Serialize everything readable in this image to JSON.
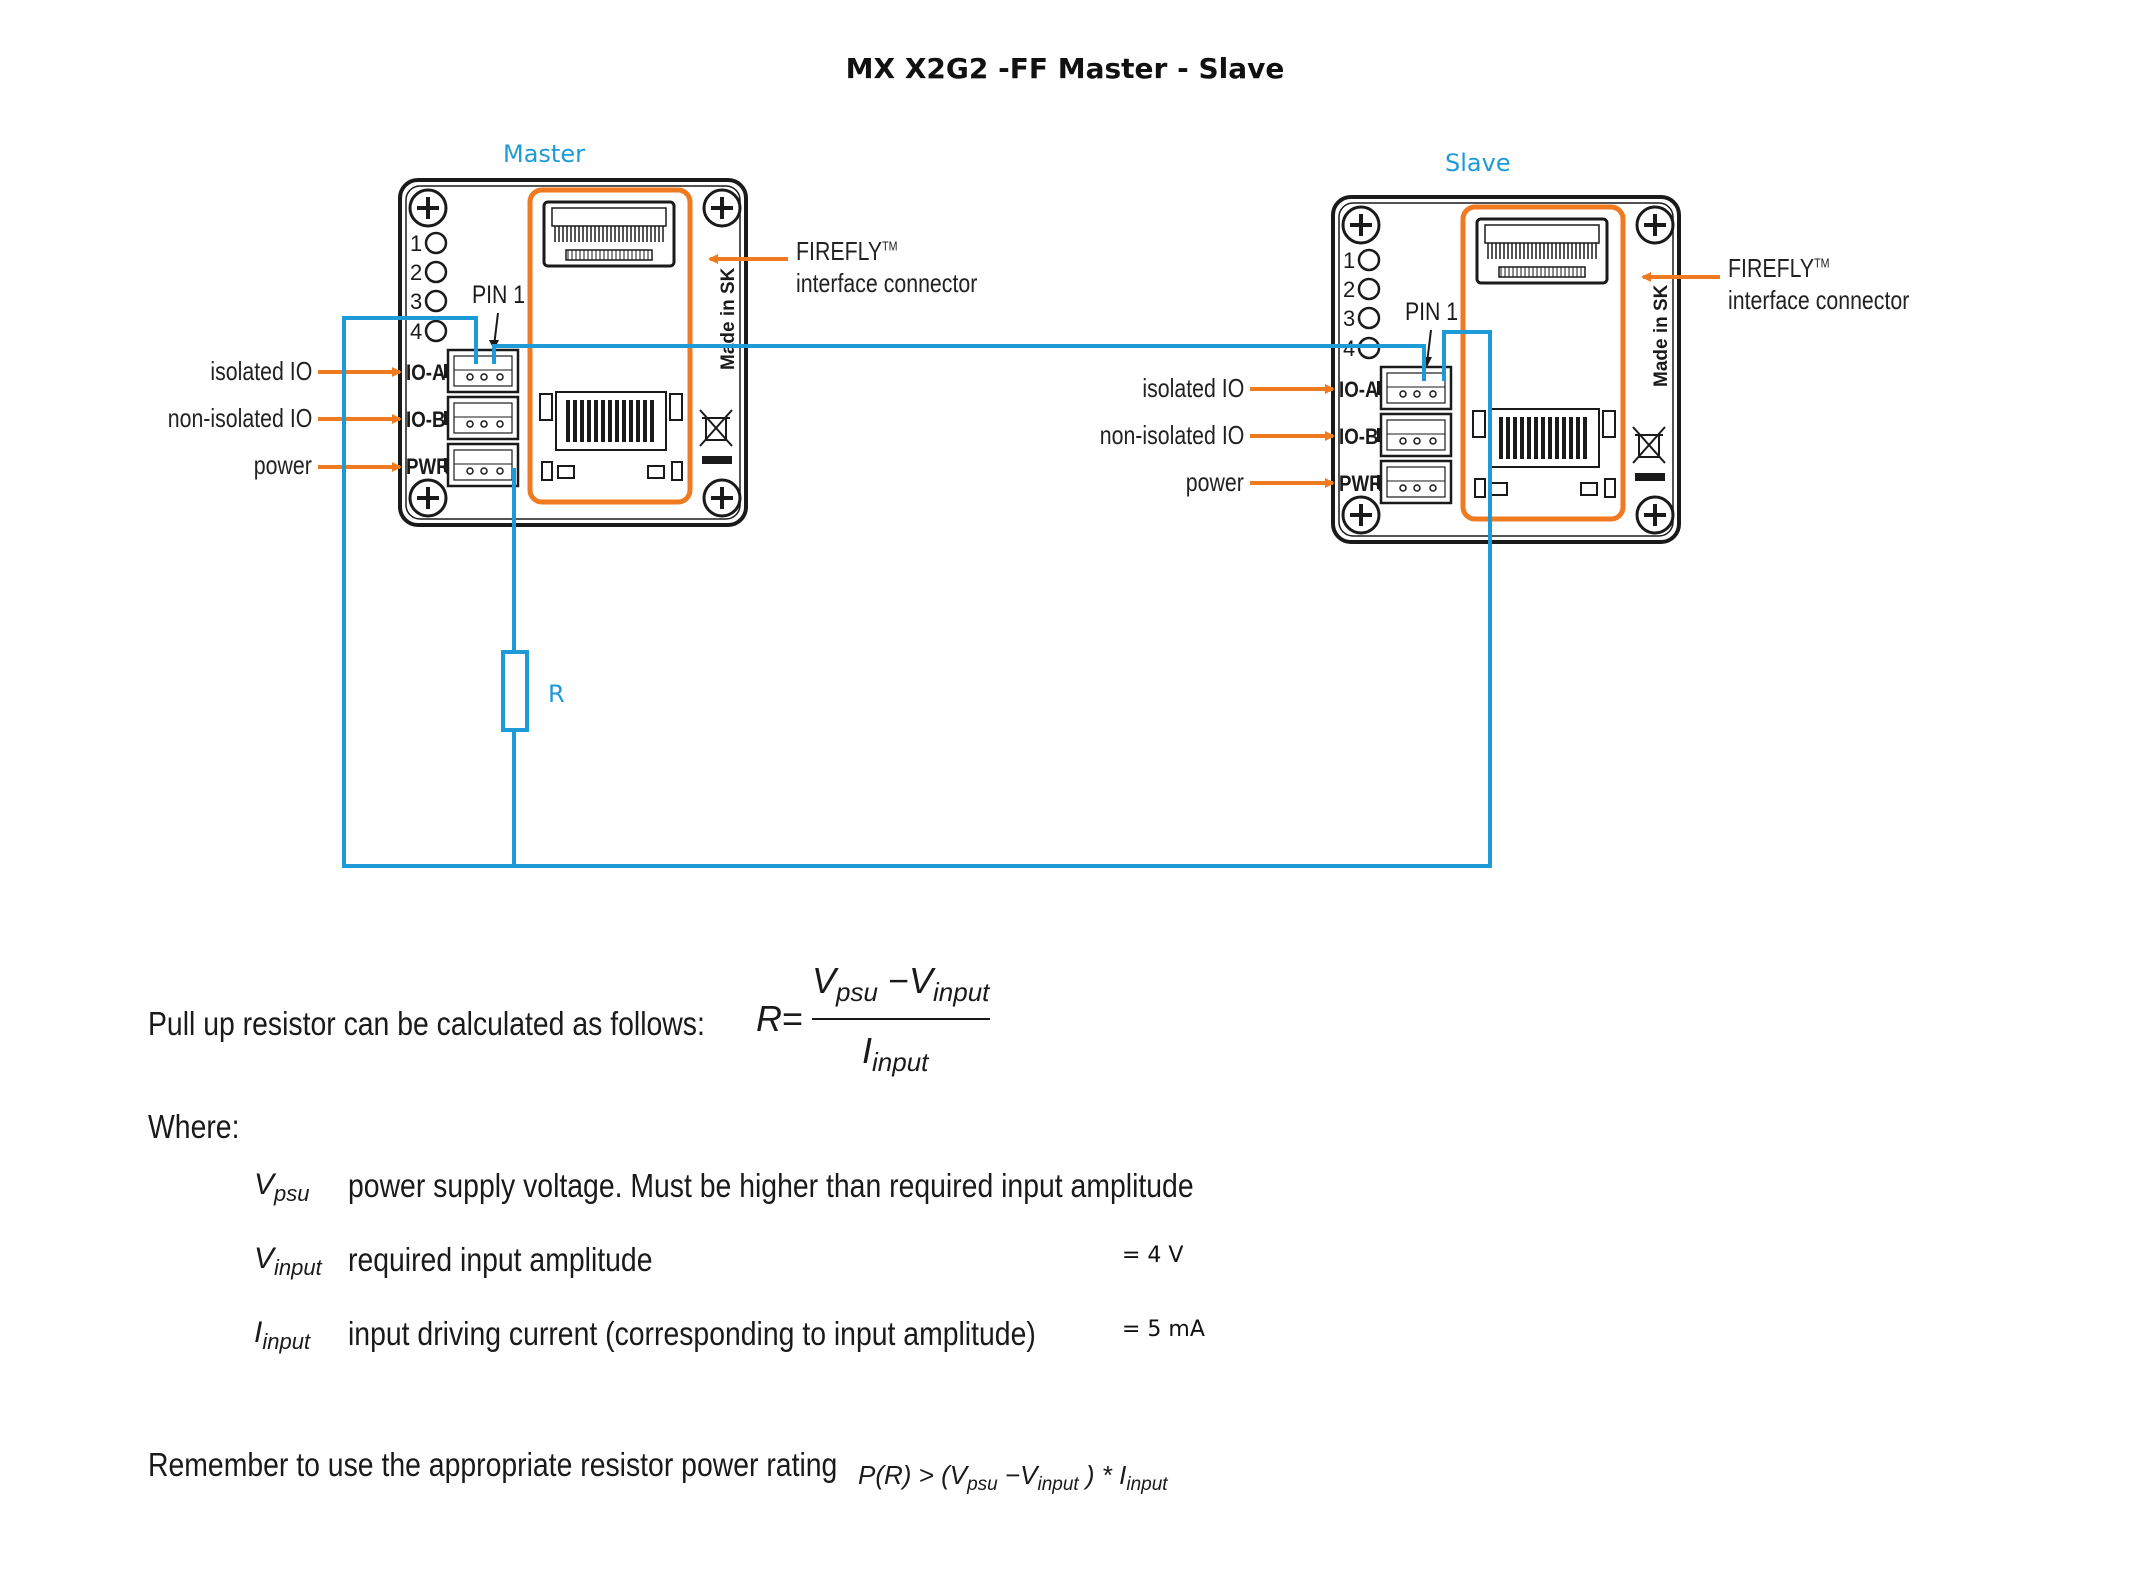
{
  "title": "MX X2G2 -FF   Master - Slave",
  "master": {
    "label": "Master",
    "pin_numbers": [
      "1",
      "2",
      "3",
      "4"
    ],
    "pin1_label": "PIN 1",
    "port_labels": [
      "IO-A",
      "IO-B",
      "PWR"
    ],
    "made_in": "Made in SK",
    "inputs": [
      "isolated IO",
      "non-isolated IO",
      "power"
    ],
    "connector_label": "FIREFLY",
    "connector_tm": "TM",
    "connector_sub": "interface connector"
  },
  "slave": {
    "label": "Slave",
    "pin_numbers": [
      "1",
      "2",
      "3",
      "4"
    ],
    "pin1_label": "PIN 1",
    "port_labels": [
      "IO-A",
      "IO-B",
      "PWR"
    ],
    "made_in": "Made in SK",
    "inputs": [
      "isolated IO",
      "non-isolated IO",
      "power"
    ],
    "connector_label": "FIREFLY",
    "connector_tm": "TM",
    "connector_sub": "interface connector"
  },
  "resistor_label": "R",
  "colors": {
    "wire": "#1e9ad6",
    "arrow": "#f07a1f",
    "board": "#1a1a1a"
  },
  "explanation": {
    "intro": "Pull up resistor can be calculated as follows:",
    "formula": {
      "lhs": "R",
      "eq": "=",
      "num_a": "V",
      "num_a_sub": "psu",
      "minus": "−",
      "num_b": "V",
      "num_b_sub": "input",
      "den": "I",
      "den_sub": "input"
    },
    "where": "Where:",
    "defs": [
      {
        "sym": "V",
        "sub": "psu",
        "text": "power supply voltage. Must be higher than required input amplitude",
        "value": ""
      },
      {
        "sym": "V",
        "sub": "input",
        "text": "required input amplitude",
        "value": "= 4 V"
      },
      {
        "sym": "I",
        "sub": "input",
        "text": "input driving current (corresponding to input amplitude)",
        "value": "= 5 mA"
      }
    ],
    "power_note": "Remember to use the appropriate resistor power rating",
    "power_formula": {
      "p": "P(R) > (V",
      "s1": "psu",
      "m": " −V",
      "s2": "input",
      "t": " ) * I",
      "s3": "input"
    }
  }
}
